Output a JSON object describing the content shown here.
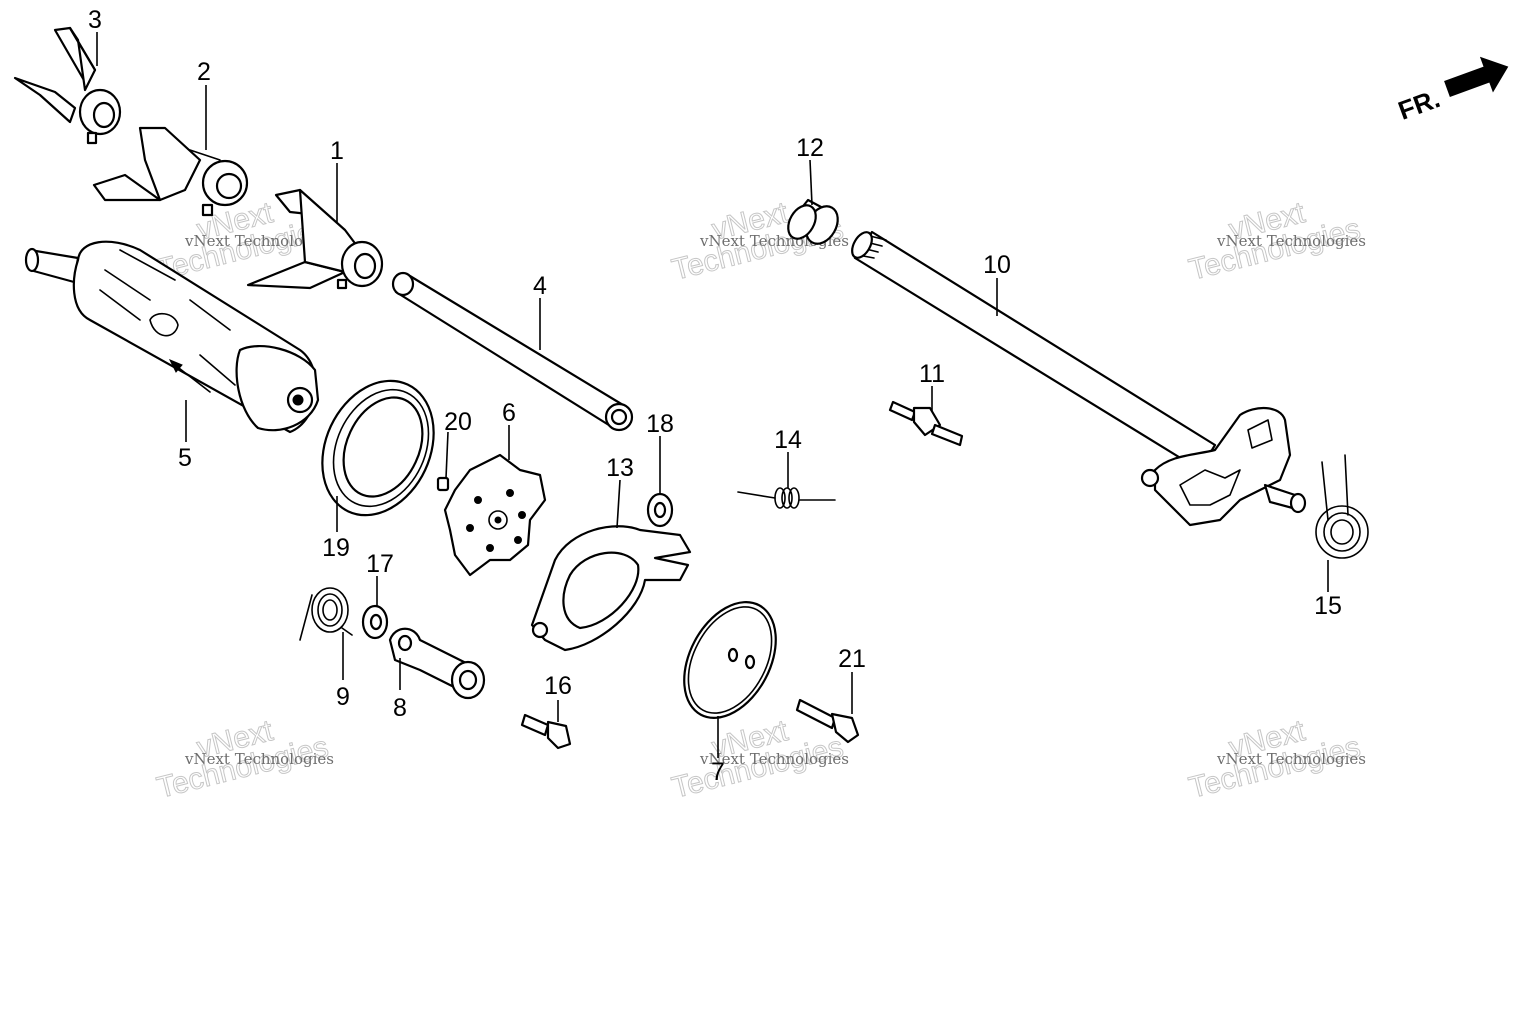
{
  "direction_label": "FR.",
  "callouts": [
    {
      "id": "1",
      "label": "1"
    },
    {
      "id": "2",
      "label": "2"
    },
    {
      "id": "3",
      "label": "3"
    },
    {
      "id": "4",
      "label": "4"
    },
    {
      "id": "5",
      "label": "5"
    },
    {
      "id": "6",
      "label": "6"
    },
    {
      "id": "7",
      "label": "7"
    },
    {
      "id": "8",
      "label": "8"
    },
    {
      "id": "9",
      "label": "9"
    },
    {
      "id": "10",
      "label": "10"
    },
    {
      "id": "11",
      "label": "11"
    },
    {
      "id": "12",
      "label": "12"
    },
    {
      "id": "13",
      "label": "13"
    },
    {
      "id": "14",
      "label": "14"
    },
    {
      "id": "15",
      "label": "15"
    },
    {
      "id": "16",
      "label": "16"
    },
    {
      "id": "17",
      "label": "17"
    },
    {
      "id": "18",
      "label": "18"
    },
    {
      "id": "19",
      "label": "19"
    },
    {
      "id": "20",
      "label": "20"
    },
    {
      "id": "21",
      "label": "21"
    }
  ],
  "watermark": {
    "small_text": "vNext Technologies",
    "top_line": "vNext",
    "bottom_line": "Technologies"
  }
}
